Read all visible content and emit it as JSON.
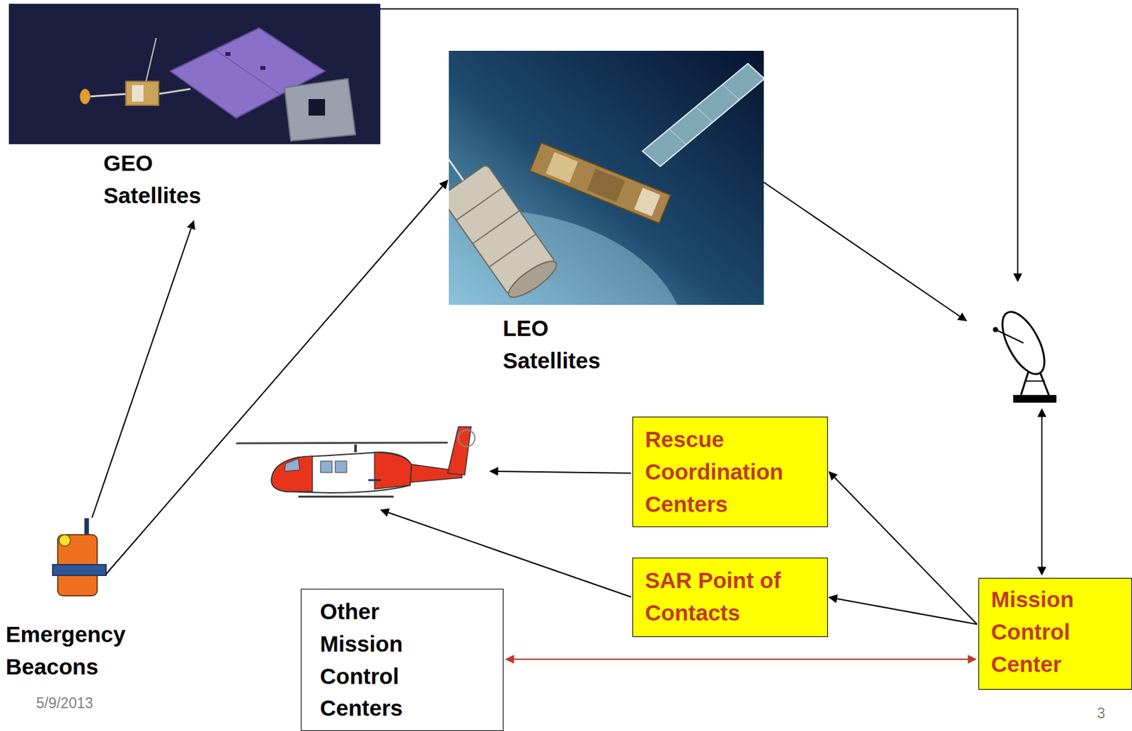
{
  "diagram": {
    "nodes": [
      {
        "text": [
          "GEO Satellites"
        ]
      },
      {
        "text": [
          "LEO Satellites"
        ]
      },
      {
        "text": [
          "Emergency Beacons"
        ]
      },
      {
        "text": [
          "Rescue Coordination Centers"
        ]
      },
      {
        "text": [
          "SAR Point of Contacts"
        ]
      },
      {
        "text": [
          "Other Mission Control Centers"
        ]
      },
      {
        "text": [
          "Mission Control Center"
        ]
      }
    ],
    "edges": [
      {
        "from": 2,
        "to": 0,
        "arrow": "to"
      },
      {
        "from": 2,
        "to": 1,
        "arrow": "to"
      },
      {
        "from": 6,
        "to": 3,
        "arrow": "to"
      },
      {
        "from": 6,
        "to": 4,
        "arrow": "to"
      },
      {
        "from": 5,
        "to": 6,
        "arrow": "both"
      }
    ],
    "labels": [
      "5/9/2013",
      "3"
    ]
  }
}
